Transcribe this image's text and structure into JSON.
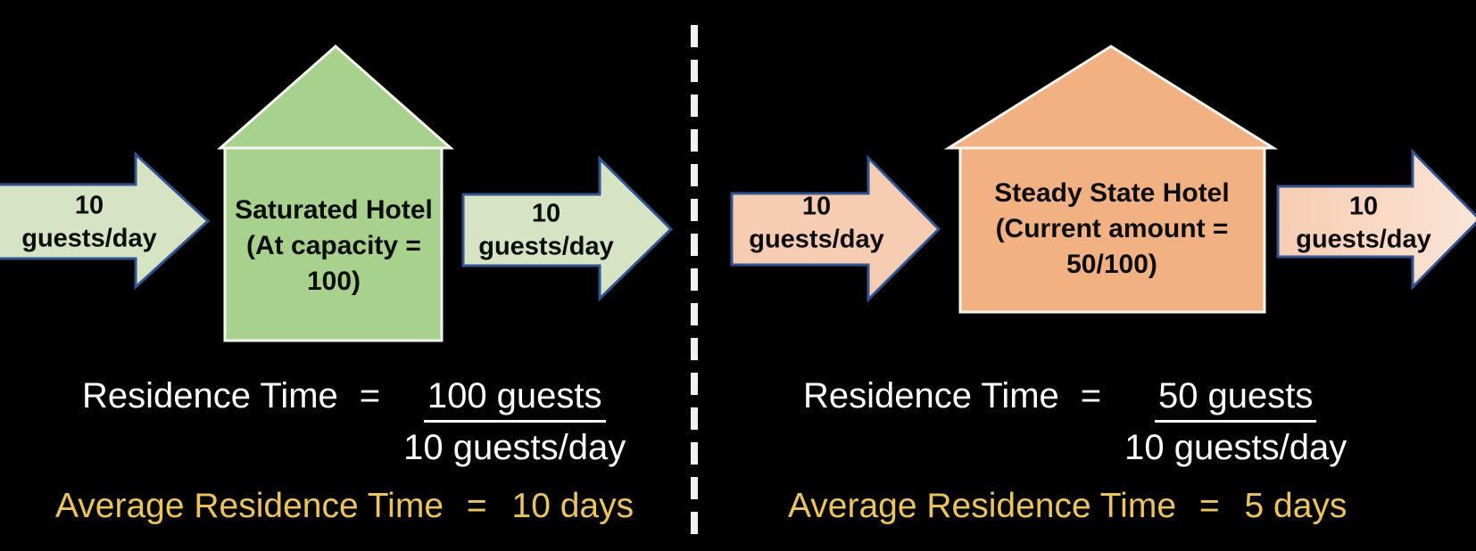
{
  "colors": {
    "background": "#000000",
    "green_house": "#a9d18e",
    "green_arrow": "#d6e4c3",
    "orange_house": "#f2b183",
    "orange_arrow": "#f6cdb2",
    "orange_arrow_light": "#fbe5d6",
    "arrow_outline": "#31538f",
    "shape_outline_white": "#f5f5f0",
    "divider_white": "#f2f2f2",
    "white_text": "#ffffff",
    "gold_text": "#ecc45e",
    "label_text": "#0d0d0d"
  },
  "panels": [
    {
      "name": "saturated-hotel",
      "in_arrow": {
        "lines": [
          "10",
          "guests/day"
        ]
      },
      "out_arrow": {
        "lines": [
          "10",
          "guests/day"
        ]
      },
      "house": {
        "lines": [
          "Saturated Hotel",
          "(At capacity =",
          "100)"
        ]
      },
      "equation": {
        "label": "Residence Time",
        "equals": "=",
        "numerator": "100 guests",
        "denominator": "10 guests/day"
      },
      "average": {
        "label": "Average Residence Time",
        "equals": "=",
        "value": "10 days"
      }
    },
    {
      "name": "steady-state-hotel",
      "in_arrow": {
        "lines": [
          "10",
          "guests/day"
        ]
      },
      "out_arrow": {
        "lines": [
          "10",
          "guests/day"
        ]
      },
      "house": {
        "lines": [
          "Steady State Hotel",
          "(Current amount =",
          "50/100)"
        ]
      },
      "equation": {
        "label": "Residence Time",
        "equals": "=",
        "numerator": "50 guests",
        "denominator": "10 guests/day"
      },
      "average": {
        "label": "Average Residence Time",
        "equals": "=",
        "value": "5 days"
      }
    }
  ]
}
